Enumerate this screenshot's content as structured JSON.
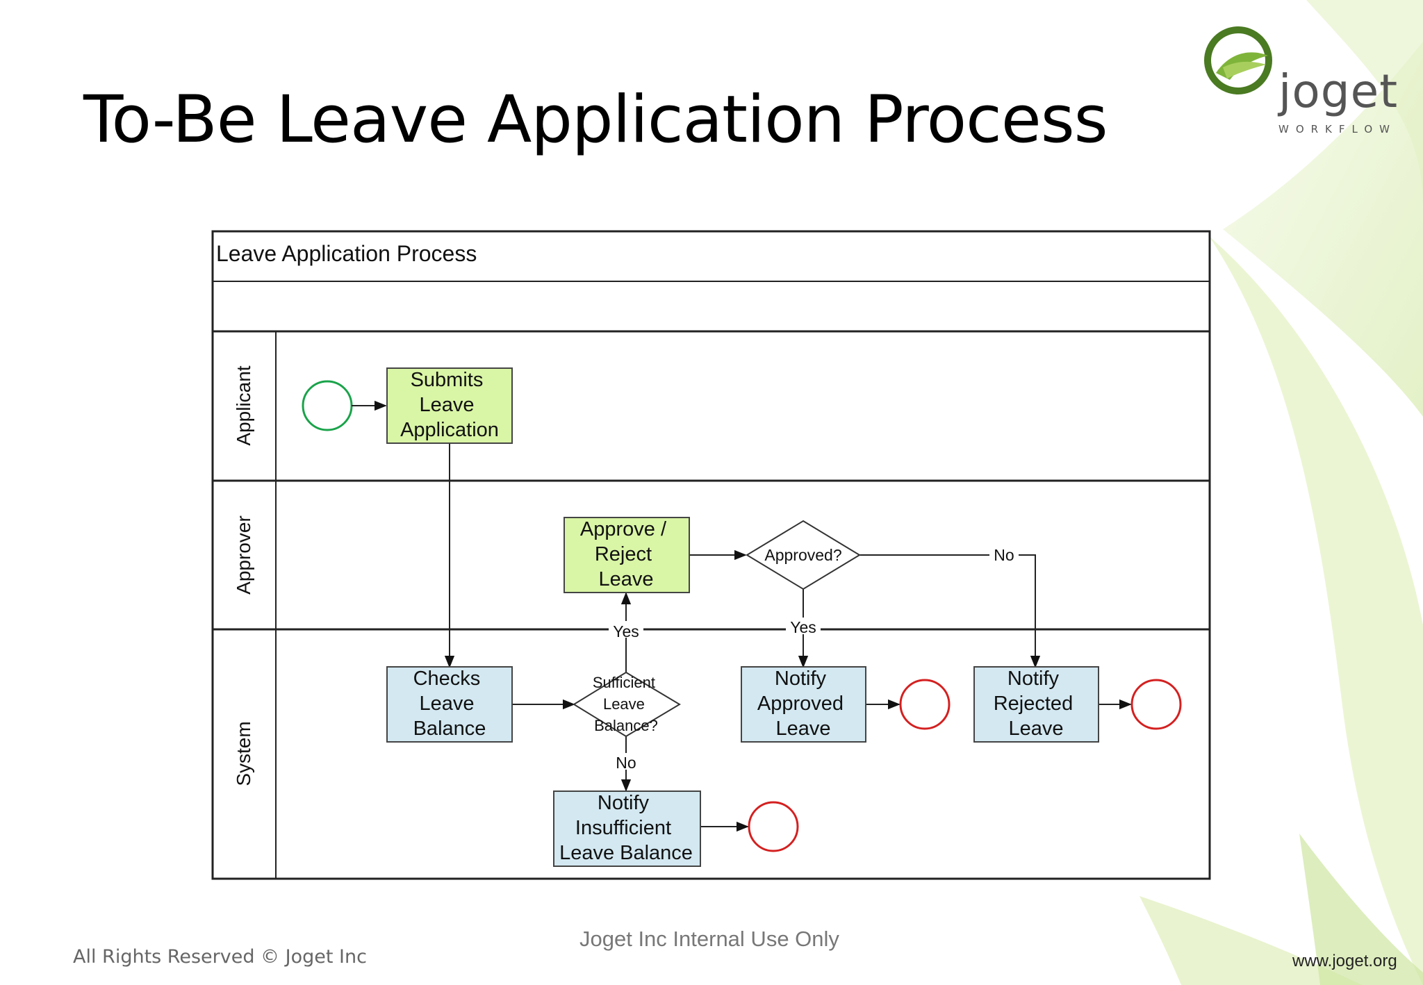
{
  "slide": {
    "title": "To-Be Leave Application Process",
    "footer_left": "All Rights Reserved © Joget Inc",
    "footer_center": "Joget Inc Internal Use Only",
    "footer_right": "www.joget.org"
  },
  "logo": {
    "word": "joget",
    "tagline": "WORKFLOW",
    "icon": "joget-swirl-icon"
  },
  "diagram": {
    "pool_title": "Leave Application Process",
    "lanes": {
      "applicant": "Applicant",
      "approver": "Approver",
      "system": "System"
    },
    "tasks": {
      "submit": [
        "Submits",
        "Leave",
        "Application"
      ],
      "approve": [
        "Approve /",
        "Reject",
        "Leave"
      ],
      "checks": [
        "Checks",
        "Leave",
        "Balance"
      ],
      "notify_approved": [
        "Notify",
        "Approved",
        "Leave"
      ],
      "notify_rejected": [
        "Notify",
        "Rejected",
        "Leave"
      ],
      "notify_insufficient": [
        "Notify",
        "Insufficient",
        "Leave Balance"
      ]
    },
    "gateways": {
      "sufficient": [
        "Sufficient",
        "Leave",
        "Balance?"
      ],
      "approved": [
        "Approved?"
      ]
    },
    "flow_labels": {
      "sufficient_yes": "Yes",
      "sufficient_no": "No",
      "approved_yes": "Yes",
      "approved_no": "No"
    },
    "colors": {
      "human_task": "#d9f5a6",
      "system_task": "#d3e8f1",
      "start_event": "#1aa34a",
      "end_event": "#d42020"
    }
  }
}
